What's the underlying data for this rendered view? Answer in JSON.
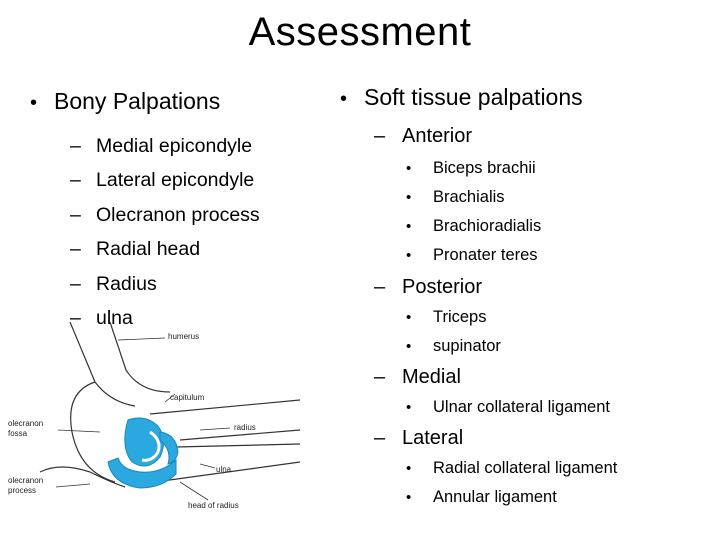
{
  "slide": {
    "title": "Assessment"
  },
  "left": {
    "heading": "Bony Palpations",
    "items": [
      "Medial epicondyle",
      "Lateral epicondyle",
      "Olecranon process",
      "Radial head",
      "Radius",
      "ulna"
    ]
  },
  "right": {
    "heading": "Soft tissue palpations",
    "groups": [
      {
        "label": "Anterior",
        "items": [
          "Biceps brachii",
          "Brachialis",
          "Brachioradialis",
          "Pronater teres"
        ]
      },
      {
        "label": "Posterior",
        "items": [
          "Triceps",
          "supinator"
        ]
      },
      {
        "label": "Medial",
        "items": [
          "Ulnar collateral ligament"
        ]
      },
      {
        "label": "Lateral",
        "items": [
          "Radial collateral ligament",
          "Annular ligament"
        ]
      }
    ]
  },
  "diagram": {
    "labels": {
      "humerus": "humerus",
      "capitulum": "capitulum",
      "olecranon_fossa_1": "olecranon",
      "olecranon_fossa_2": "fossa",
      "radius": "radius",
      "olecranon_process_1": "olecranon",
      "olecranon_process_2": "process",
      "ulna": "ulna",
      "head_of_radius": "head of radius"
    },
    "highlight_color": "#29a9e0"
  }
}
